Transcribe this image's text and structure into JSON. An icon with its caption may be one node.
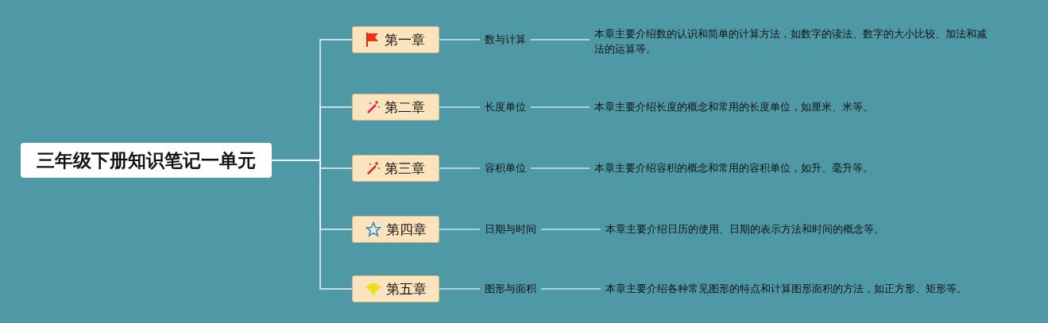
{
  "diagram": {
    "nodes": [
      {
        "text": [
          "三年级下册知识笔记一单元"
        ]
      },
      {
        "text": [
          "第一章"
        ]
      },
      {
        "text": [
          "数与计算"
        ]
      },
      {
        "text": [
          "本章主要介绍数的认识和简单的计算方法，如数字的读法、数字的大小比较、加法和减法的运算等。"
        ]
      },
      {
        "text": [
          "第二章"
        ]
      },
      {
        "text": [
          "长度单位"
        ]
      },
      {
        "text": [
          "本章主要介绍长度的概念和常用的长度单位，如厘米、米等。"
        ]
      },
      {
        "text": [
          "第三章"
        ]
      },
      {
        "text": [
          "容积单位"
        ]
      },
      {
        "text": [
          "本章主要介绍容积的概念和常用的容积单位，如升、毫升等。"
        ]
      },
      {
        "text": [
          "第四章"
        ]
      },
      {
        "text": [
          "日期与时间"
        ]
      },
      {
        "text": [
          "本章主要介绍日历的使用、日期的表示方法和时间的概念等。"
        ]
      },
      {
        "text": [
          "第五章"
        ]
      },
      {
        "text": [
          "图形与面积"
        ]
      },
      {
        "text": [
          "本章主要介绍各种常见图形的特点和计算图形面积的方法，如正方形、矩形等。"
        ]
      }
    ],
    "edges": [
      {
        "from": 0,
        "to": 1,
        "arrow": "none"
      },
      {
        "from": 1,
        "to": 2,
        "arrow": "none"
      },
      {
        "from": 2,
        "to": 3,
        "arrow": "none"
      },
      {
        "from": 0,
        "to": 4,
        "arrow": "none"
      },
      {
        "from": 4,
        "to": 5,
        "arrow": "none"
      },
      {
        "from": 5,
        "to": 6,
        "arrow": "none"
      },
      {
        "from": 0,
        "to": 7,
        "arrow": "none"
      },
      {
        "from": 7,
        "to": 8,
        "arrow": "none"
      },
      {
        "from": 8,
        "to": 9,
        "arrow": "none"
      },
      {
        "from": 0,
        "to": 10,
        "arrow": "none"
      },
      {
        "from": 10,
        "to": 11,
        "arrow": "none"
      },
      {
        "from": 11,
        "to": 12,
        "arrow": "none"
      },
      {
        "from": 0,
        "to": 13,
        "arrow": "none"
      },
      {
        "from": 13,
        "to": 14,
        "arrow": "none"
      },
      {
        "from": 14,
        "to": 15,
        "arrow": "none"
      }
    ]
  }
}
